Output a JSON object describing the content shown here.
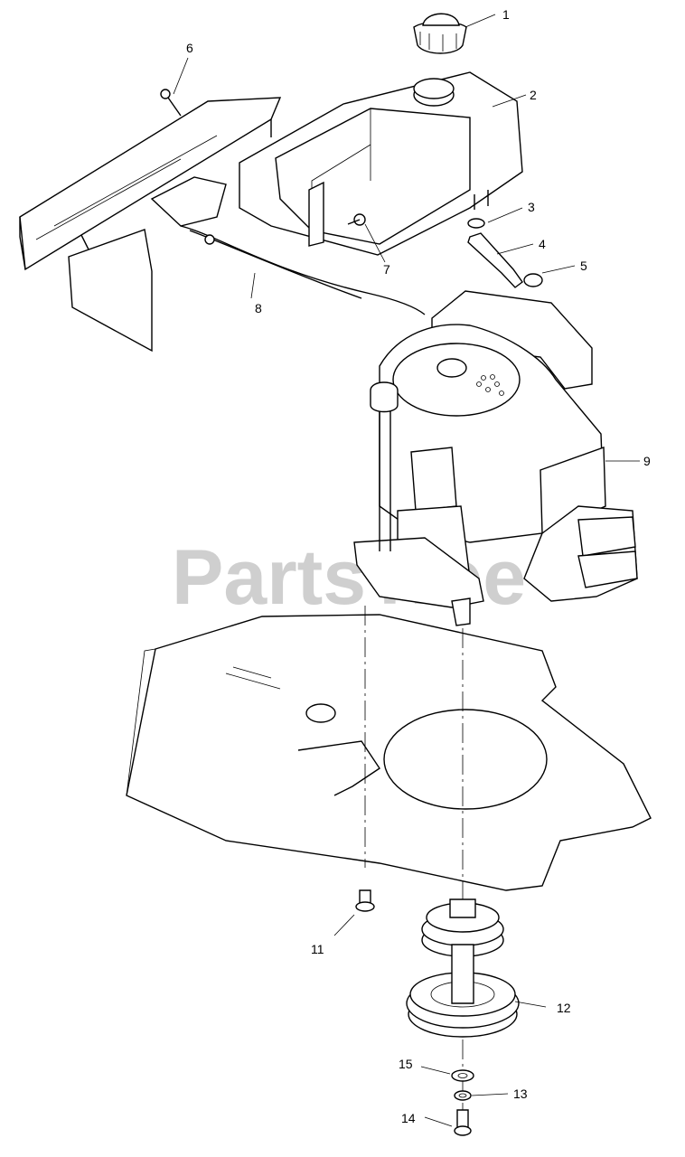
{
  "watermark": "PartsTree",
  "callouts": [
    {
      "id": "1",
      "label": "1"
    },
    {
      "id": "2",
      "label": "2"
    },
    {
      "id": "3",
      "label": "3"
    },
    {
      "id": "4",
      "label": "4"
    },
    {
      "id": "5",
      "label": "5"
    },
    {
      "id": "6",
      "label": "6"
    },
    {
      "id": "7",
      "label": "7"
    },
    {
      "id": "8",
      "label": "8"
    },
    {
      "id": "9",
      "label": "9"
    },
    {
      "id": "11",
      "label": "11"
    },
    {
      "id": "12",
      "label": "12"
    },
    {
      "id": "13",
      "label": "13"
    },
    {
      "id": "14",
      "label": "14"
    },
    {
      "id": "15",
      "label": "15"
    }
  ]
}
